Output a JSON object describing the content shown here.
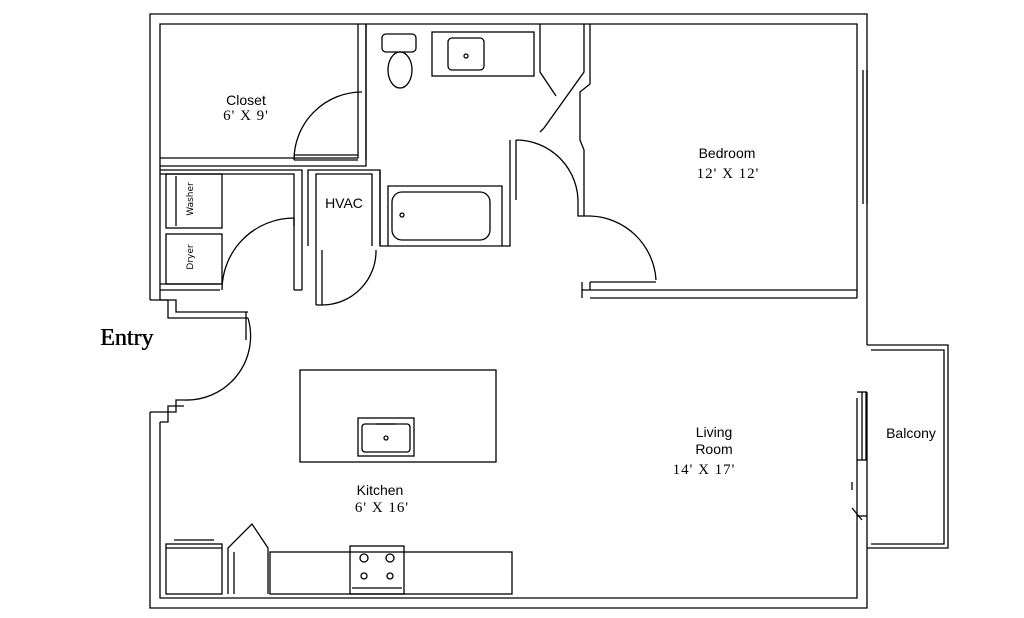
{
  "rooms": {
    "closet": {
      "name": "Closet",
      "size": "6' X 9'"
    },
    "bedroom": {
      "name": "Bedroom",
      "size": "12' X 12'"
    },
    "hvac": {
      "name": "HVAC"
    },
    "living": {
      "name_line1": "Living",
      "name_line2": "Room",
      "size": "14' X 17'"
    },
    "kitchen": {
      "name": "Kitchen",
      "size": "6' X 16'"
    },
    "balcony": {
      "name": "Balcony"
    }
  },
  "appliances": {
    "washer": "Washer",
    "dryer": "Dryer"
  },
  "entry_label": "Entry"
}
